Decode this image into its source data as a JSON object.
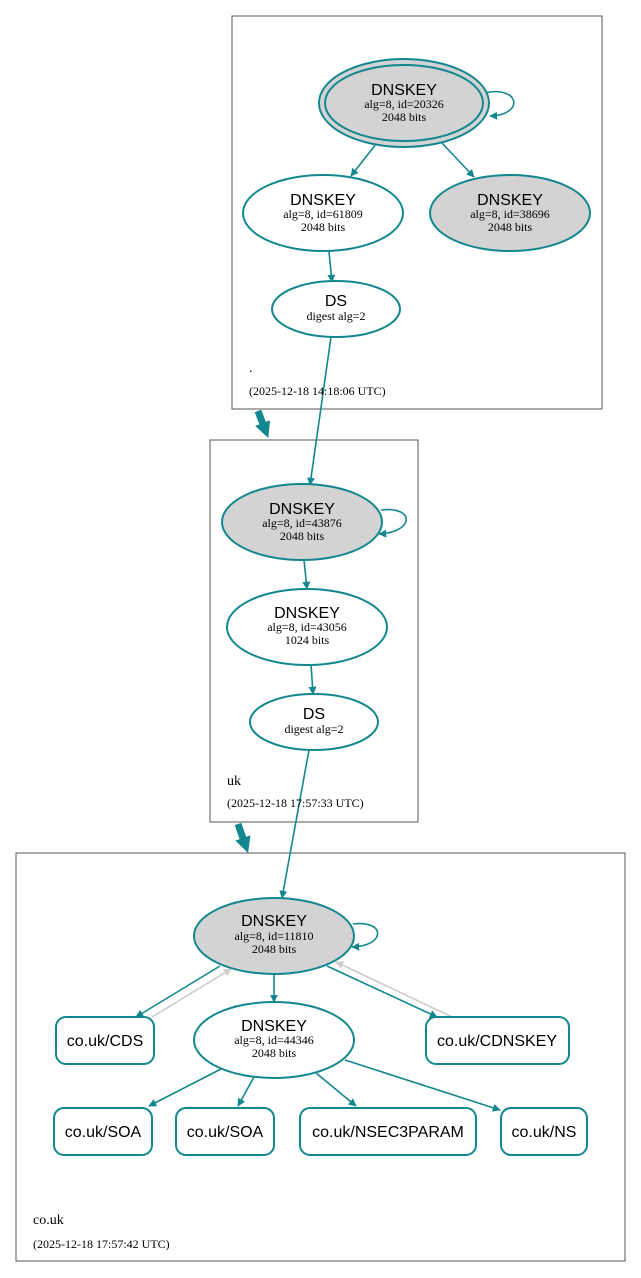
{
  "zones": {
    "root": {
      "name": ".",
      "timestamp": "(2025-12-18 14:18:06 UTC)",
      "ksk": {
        "type": "DNSKEY",
        "info": "alg=8, id=20326",
        "bits": "2048 bits"
      },
      "zsk": {
        "type": "DNSKEY",
        "info": "alg=8, id=61809",
        "bits": "2048 bits"
      },
      "standby": {
        "type": "DNSKEY",
        "info": "alg=8, id=38696",
        "bits": "2048 bits"
      },
      "ds": {
        "type": "DS",
        "info": "digest alg=2"
      }
    },
    "uk": {
      "name": "uk",
      "timestamp": "(2025-12-18 17:57:33 UTC)",
      "ksk": {
        "type": "DNSKEY",
        "info": "alg=8, id=43876",
        "bits": "2048 bits"
      },
      "zsk": {
        "type": "DNSKEY",
        "info": "alg=8, id=43056",
        "bits": "1024 bits"
      },
      "ds": {
        "type": "DS",
        "info": "digest alg=2"
      }
    },
    "couk": {
      "name": "co.uk",
      "timestamp": "(2025-12-18 17:57:42 UTC)",
      "ksk": {
        "type": "DNSKEY",
        "info": "alg=8, id=11810",
        "bits": "2048 bits"
      },
      "zsk": {
        "type": "DNSKEY",
        "info": "alg=8, id=44346",
        "bits": "2048 bits"
      },
      "rrsets": {
        "cds": "co.uk/CDS",
        "cdnskey": "co.uk/CDNSKEY",
        "soa1": "co.uk/SOA",
        "soa2": "co.uk/SOA",
        "nsec3param": "co.uk/NSEC3PARAM",
        "ns": "co.uk/NS"
      }
    }
  },
  "colors": {
    "edge": "#13878f",
    "key_fill": "#d3d3d3",
    "cds_link": "#cccccc"
  }
}
